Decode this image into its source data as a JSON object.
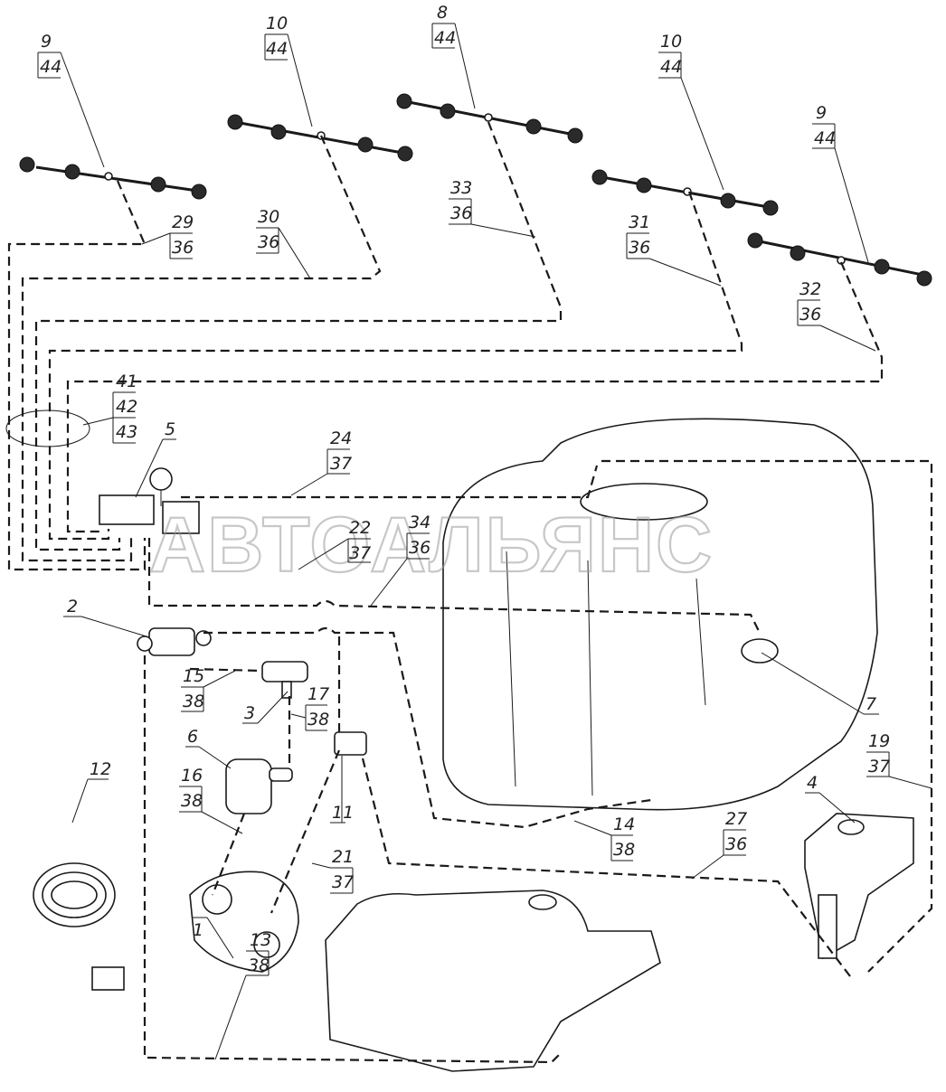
{
  "watermark": "АВТОАЛЬЯНС",
  "callouts": {
    "c9_44_left": {
      "top": "9",
      "bottom": "44"
    },
    "c10_44_left": {
      "top": "10",
      "bottom": "44"
    },
    "c8_44": {
      "top": "8",
      "bottom": "44"
    },
    "c10_44_right": {
      "top": "10",
      "bottom": "44"
    },
    "c9_44_right": {
      "top": "9",
      "bottom": "44"
    },
    "c29_36": {
      "top": "29",
      "bottom": "36"
    },
    "c30_36": {
      "top": "30",
      "bottom": "36"
    },
    "c33_36": {
      "top": "33",
      "bottom": "36"
    },
    "c31_36": {
      "top": "31",
      "bottom": "36"
    },
    "c32_36": {
      "top": "32",
      "bottom": "36"
    },
    "c41_42_43": {
      "a": "41",
      "b": "42",
      "c": "43"
    },
    "c5": {
      "label": "5"
    },
    "c24_37": {
      "top": "24",
      "bottom": "37"
    },
    "c22_37": {
      "top": "22",
      "bottom": "37"
    },
    "c34_36": {
      "top": "34",
      "bottom": "36"
    },
    "c2": {
      "label": "2"
    },
    "c15_38": {
      "top": "15",
      "bottom": "38"
    },
    "c3": {
      "label": "3"
    },
    "c17_38": {
      "top": "17",
      "bottom": "38"
    },
    "c6": {
      "label": "6"
    },
    "c7": {
      "label": "7"
    },
    "c19_37": {
      "top": "19",
      "bottom": "37"
    },
    "c12": {
      "label": "12"
    },
    "c16_38": {
      "top": "16",
      "bottom": "38"
    },
    "c11": {
      "label": "11"
    },
    "c4": {
      "label": "4"
    },
    "c14_38": {
      "top": "14",
      "bottom": "38"
    },
    "c27_36": {
      "top": "27",
      "bottom": "36"
    },
    "c21_37": {
      "top": "21",
      "bottom": "37"
    },
    "c1": {
      "label": "1"
    },
    "c13_38": {
      "top": "13",
      "bottom": "38"
    }
  }
}
